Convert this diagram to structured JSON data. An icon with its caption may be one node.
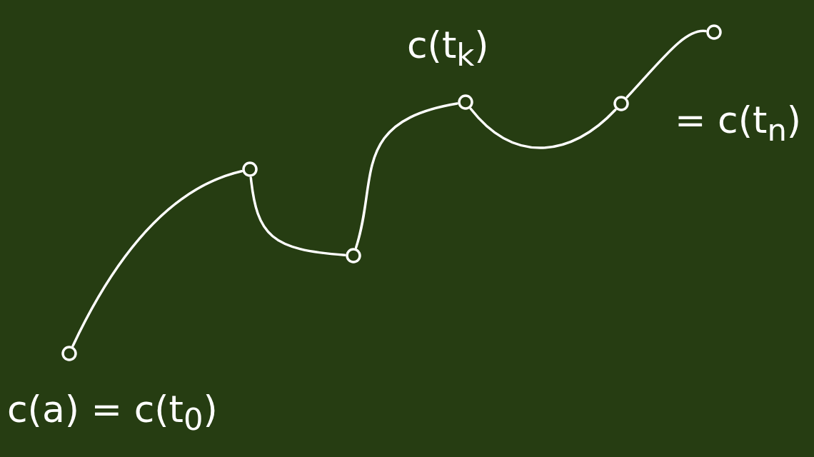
{
  "diagram": {
    "nodes": [
      {
        "text": [],
        "shape": "circle",
        "beside": [
          "c(a) = c(t$_{0}$)"
        ]
      },
      {
        "text": [],
        "shape": "circle"
      },
      {
        "text": [],
        "shape": "circle"
      },
      {
        "text": [],
        "shape": "circle",
        "beside": [
          "c(t$_{k}$)"
        ]
      },
      {
        "text": [],
        "shape": "circle"
      },
      {
        "text": [],
        "shape": "circle"
      }
    ],
    "edges": [
      {
        "from": 0,
        "to": 1,
        "arrow": "none"
      },
      {
        "from": 1,
        "to": 2,
        "arrow": "none"
      },
      {
        "from": 2,
        "to": 3,
        "arrow": "none"
      },
      {
        "from": 3,
        "to": 4,
        "arrow": "none"
      },
      {
        "from": 4,
        "to": 5,
        "arrow": "none"
      }
    ],
    "labels": [
      "= c(t$_{n}$)"
    ]
  }
}
